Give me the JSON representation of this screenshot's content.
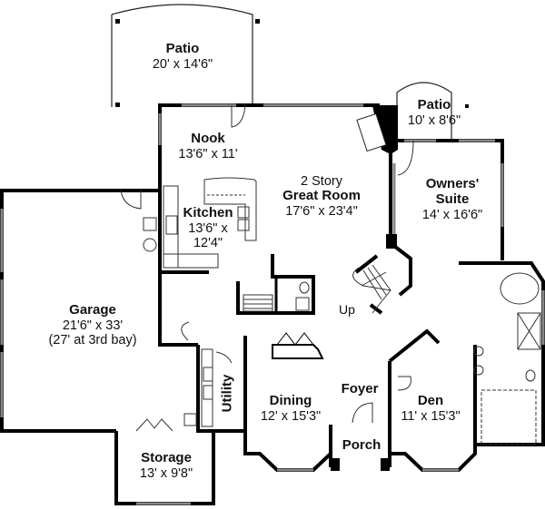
{
  "plan": {
    "rooms": {
      "patio_main": {
        "name": "Patio",
        "dim": "20' x 14'6\""
      },
      "patio_small": {
        "name": "Patio",
        "dim": "10' x 8'6\""
      },
      "nook": {
        "name": "Nook",
        "dim": "13'6\" x 11'"
      },
      "great_room": {
        "prefix": "2 Story",
        "name": "Great Room",
        "dim": "17'6\" x 23'4\""
      },
      "owners_suite": {
        "name1": "Owners'",
        "name2": "Suite",
        "dim": "14' x 16'6\""
      },
      "kitchen": {
        "name": "Kitchen",
        "dim1": "13'6\" x",
        "dim2": "12'4\""
      },
      "garage": {
        "name": "Garage",
        "dim1": "21'6\" x 33'",
        "dim2": "(27' at 3rd bay)"
      },
      "utility": {
        "name": "Utility"
      },
      "dining": {
        "name": "Dining",
        "dim": "12' x 15'3\""
      },
      "foyer": {
        "name": "Foyer"
      },
      "porch": {
        "name": "Porch"
      },
      "den": {
        "name": "Den",
        "dim": "11' x 15'3\""
      },
      "storage": {
        "name": "Storage",
        "dim": "13' x 9'8\""
      }
    },
    "stairs_label": "Up",
    "colors": {
      "wall": "#000000",
      "thin": "#333333",
      "window": "#888888",
      "background": "#ffffff"
    }
  }
}
